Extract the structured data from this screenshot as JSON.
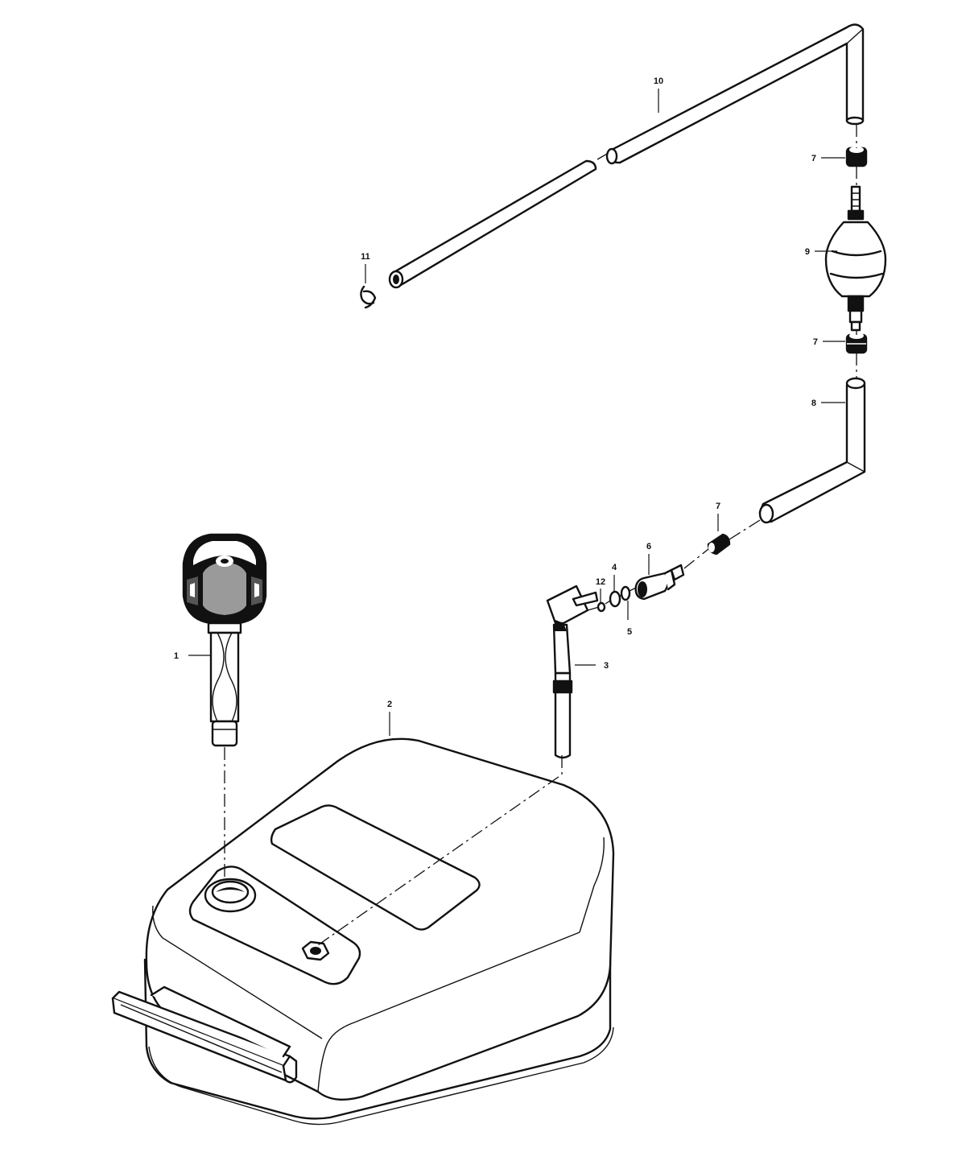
{
  "callouts": {
    "c1": "1",
    "c2": "2",
    "c3": "3",
    "c4": "4",
    "c5": "5",
    "c6": "6",
    "c7a": "7",
    "c7b": "7",
    "c7c": "7",
    "c8": "8",
    "c9": "9",
    "c10": "10",
    "c11": "11",
    "c12": "12"
  }
}
